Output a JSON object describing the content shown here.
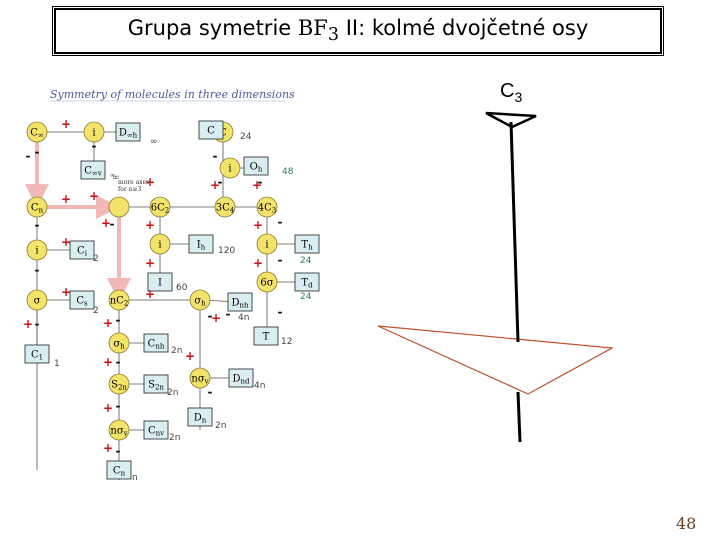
{
  "slide": {
    "title_prefix": "Grupa symetrie ",
    "title_formula_main": "BF",
    "title_formula_sub": "3",
    "title_suffix": " II: kolmé dvojčetné osy",
    "axis_label_main": "C",
    "axis_label_sub": "3",
    "page_number": "48"
  },
  "figure": {
    "heading": "Symmetry of molecules in three dimensions",
    "note_line1": "more axes",
    "note_line2": "for n≥3",
    "note_infinity": "∞",
    "colors": {
      "node_fill": "#f4e36a",
      "node_stroke": "#8a7a30",
      "box_fill": "#d9eef0",
      "box_stroke": "#222222",
      "arrow_pink": "#f2b8b8",
      "plus_red": "#cc1111",
      "triangle_stroke": "#c0502a"
    },
    "circles": [
      {
        "key": "C_inf",
        "text": "C",
        "sub": "∞"
      },
      {
        "key": "i_top",
        "text": "i",
        "sub": ""
      },
      {
        "key": "C_top",
        "text": "C",
        "sub": ""
      },
      {
        "key": "i_top2",
        "text": "i",
        "sub": ""
      },
      {
        "key": "Cn",
        "text": "C",
        "sub": "n"
      },
      {
        "key": "mid",
        "text": "",
        "sub": ""
      },
      {
        "key": "6C2",
        "text": "6C",
        "sub": "2"
      },
      {
        "key": "3C4",
        "text": "3C",
        "sub": "4"
      },
      {
        "key": "4C3",
        "text": "4C",
        "sub": "3"
      },
      {
        "key": "i_r1",
        "text": "i",
        "sub": ""
      },
      {
        "key": "i_l",
        "text": "i",
        "sub": ""
      },
      {
        "key": "i_r2",
        "text": "i",
        "sub": ""
      },
      {
        "key": "6sigma",
        "text": "6σ",
        "sub": ""
      },
      {
        "key": "sigma_l",
        "text": "σ",
        "sub": ""
      },
      {
        "key": "nC2",
        "text": "nC",
        "sub": "2"
      },
      {
        "key": "sigma_h2",
        "text": "σ",
        "sub": "h"
      },
      {
        "key": "sigma_h",
        "text": "σ",
        "sub": "h"
      },
      {
        "key": "S2n",
        "text": "S",
        "sub": "2n"
      },
      {
        "key": "nsigma_d",
        "text": "nσ",
        "sub": "v"
      },
      {
        "key": "nsigma_v",
        "text": "nσ",
        "sub": "v"
      }
    ],
    "boxes": [
      {
        "key": "Dinfh",
        "text": "D",
        "sub": "∞h",
        "order": "∞"
      },
      {
        "key": "Cinfv",
        "text": "C",
        "sub": "∞v",
        "order": "∞"
      },
      {
        "key": "Ctop",
        "text": "C",
        "sub": "",
        "order": "24"
      },
      {
        "key": "Oh",
        "text": "O",
        "sub": "h",
        "order": "48"
      },
      {
        "key": "Ih",
        "text": "I",
        "sub": "h",
        "order": "120"
      },
      {
        "key": "Th",
        "text": "T",
        "sub": "h",
        "order": "24"
      },
      {
        "key": "Ci",
        "text": "C",
        "sub": "i",
        "order": "2"
      },
      {
        "key": "I",
        "text": "I",
        "sub": "",
        "order": "60"
      },
      {
        "key": "Td",
        "text": "T",
        "sub": "d",
        "order": "24"
      },
      {
        "key": "Cs",
        "text": "C",
        "sub": "s",
        "order": "2"
      },
      {
        "key": "Dnh",
        "text": "D",
        "sub": "nh",
        "order": "4n"
      },
      {
        "key": "T",
        "text": "T",
        "sub": "",
        "order": "12"
      },
      {
        "key": "C1",
        "text": "C",
        "sub": "1",
        "order": "1"
      },
      {
        "key": "Cnh",
        "text": "C",
        "sub": "nh",
        "order": "2n"
      },
      {
        "key": "S2nb",
        "text": "S",
        "sub": "2n",
        "order": "2n"
      },
      {
        "key": "Dnd",
        "text": "D",
        "sub": "nd",
        "order": "4n"
      },
      {
        "key": "Dn",
        "text": "D",
        "sub": "n",
        "order": "2n"
      },
      {
        "key": "Cnv",
        "text": "C",
        "sub": "nv",
        "order": "2n"
      },
      {
        "key": "Cnb",
        "text": "C",
        "sub": "n",
        "order": "n"
      }
    ],
    "plus_sign": "+",
    "minus_sign": "-"
  }
}
